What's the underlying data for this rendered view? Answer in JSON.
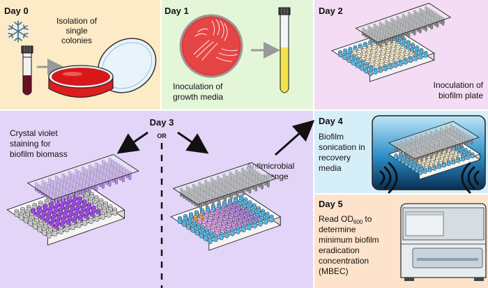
{
  "panels": {
    "day0": {
      "title": "Day 0",
      "label_lines": [
        "Isolation of",
        "single",
        "colonies"
      ],
      "color": "#fdebc8"
    },
    "day1": {
      "title": "Day 1",
      "label_lines": [
        "Inoculation of",
        "growth media"
      ],
      "color": "#e4f6d8"
    },
    "day2": {
      "title": "Day 2",
      "label_lines": [
        "Inoculation of",
        "biofilm plate"
      ],
      "color": "#f4dcf4"
    },
    "day3": {
      "title": "Day 3",
      "or_label": "OR",
      "left_lines": [
        "Crystal violet",
        "staining for",
        "biofilm biomass"
      ],
      "right_lines": [
        "Antimicrobial",
        "challenge"
      ],
      "color": "#e3d5f7"
    },
    "day4": {
      "title": "Day 4",
      "label_lines": [
        "Biofilm",
        "sonication in",
        "recovery",
        "media"
      ],
      "color": "#d6eef7"
    },
    "day5": {
      "title": "Day 5",
      "label_lines": [
        "Read OD",
        "determine",
        "minimum biofilm",
        "eradication",
        "concentration",
        "(MBEC)"
      ],
      "od_subscript": "600",
      "od_suffix": "to",
      "color": "#fde3cc"
    }
  },
  "icons": [
    "snowflake-icon",
    "blood-tube-icon",
    "petri-dish-icon",
    "streaked-plate-icon",
    "culture-tube-icon",
    "well-plate-icon",
    "sonicator-bath-icon",
    "plate-reader-icon",
    "arrow-icon"
  ],
  "colors": {
    "agar_red": "#dd1e1e",
    "well_blue": "#58b7e6",
    "well_cream": "#fbf0cc",
    "crystal_violet": "#a64cf0",
    "media_yellow": "#f2e24a"
  }
}
